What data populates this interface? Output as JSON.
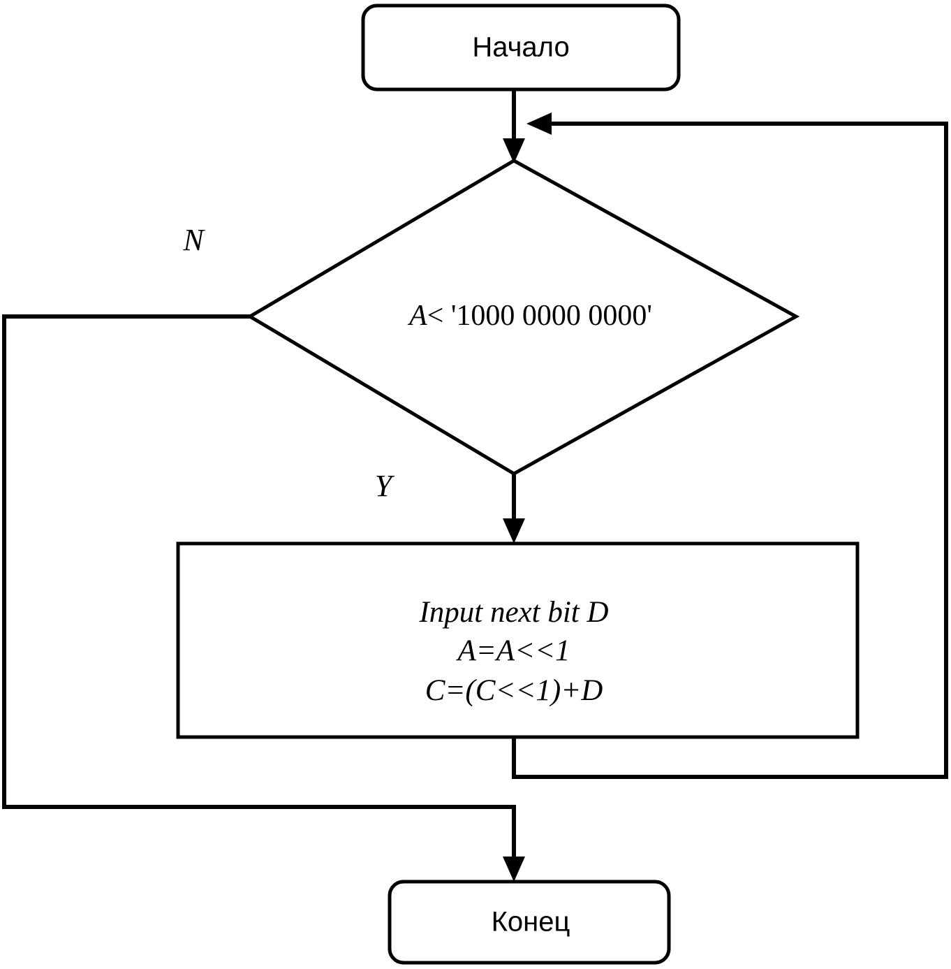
{
  "diagram": {
    "type": "flowchart",
    "title": "",
    "nodes": {
      "start": {
        "kind": "terminal",
        "label": "Начало"
      },
      "decision": {
        "kind": "decision",
        "label_var": "A",
        "label_op": "< ",
        "label_value": "'1000 0000 0000'"
      },
      "process": {
        "kind": "process",
        "line1": "Input next bit D",
        "line2": "A=A<<1",
        "line3": "C=(C<<1)+D"
      },
      "end": {
        "kind": "terminal",
        "label": "Конец"
      }
    },
    "edge_labels": {
      "no": "N",
      "yes": "Y"
    },
    "colors": {
      "stroke": "#000000",
      "fill": "#ffffff",
      "text": "#000000"
    }
  }
}
